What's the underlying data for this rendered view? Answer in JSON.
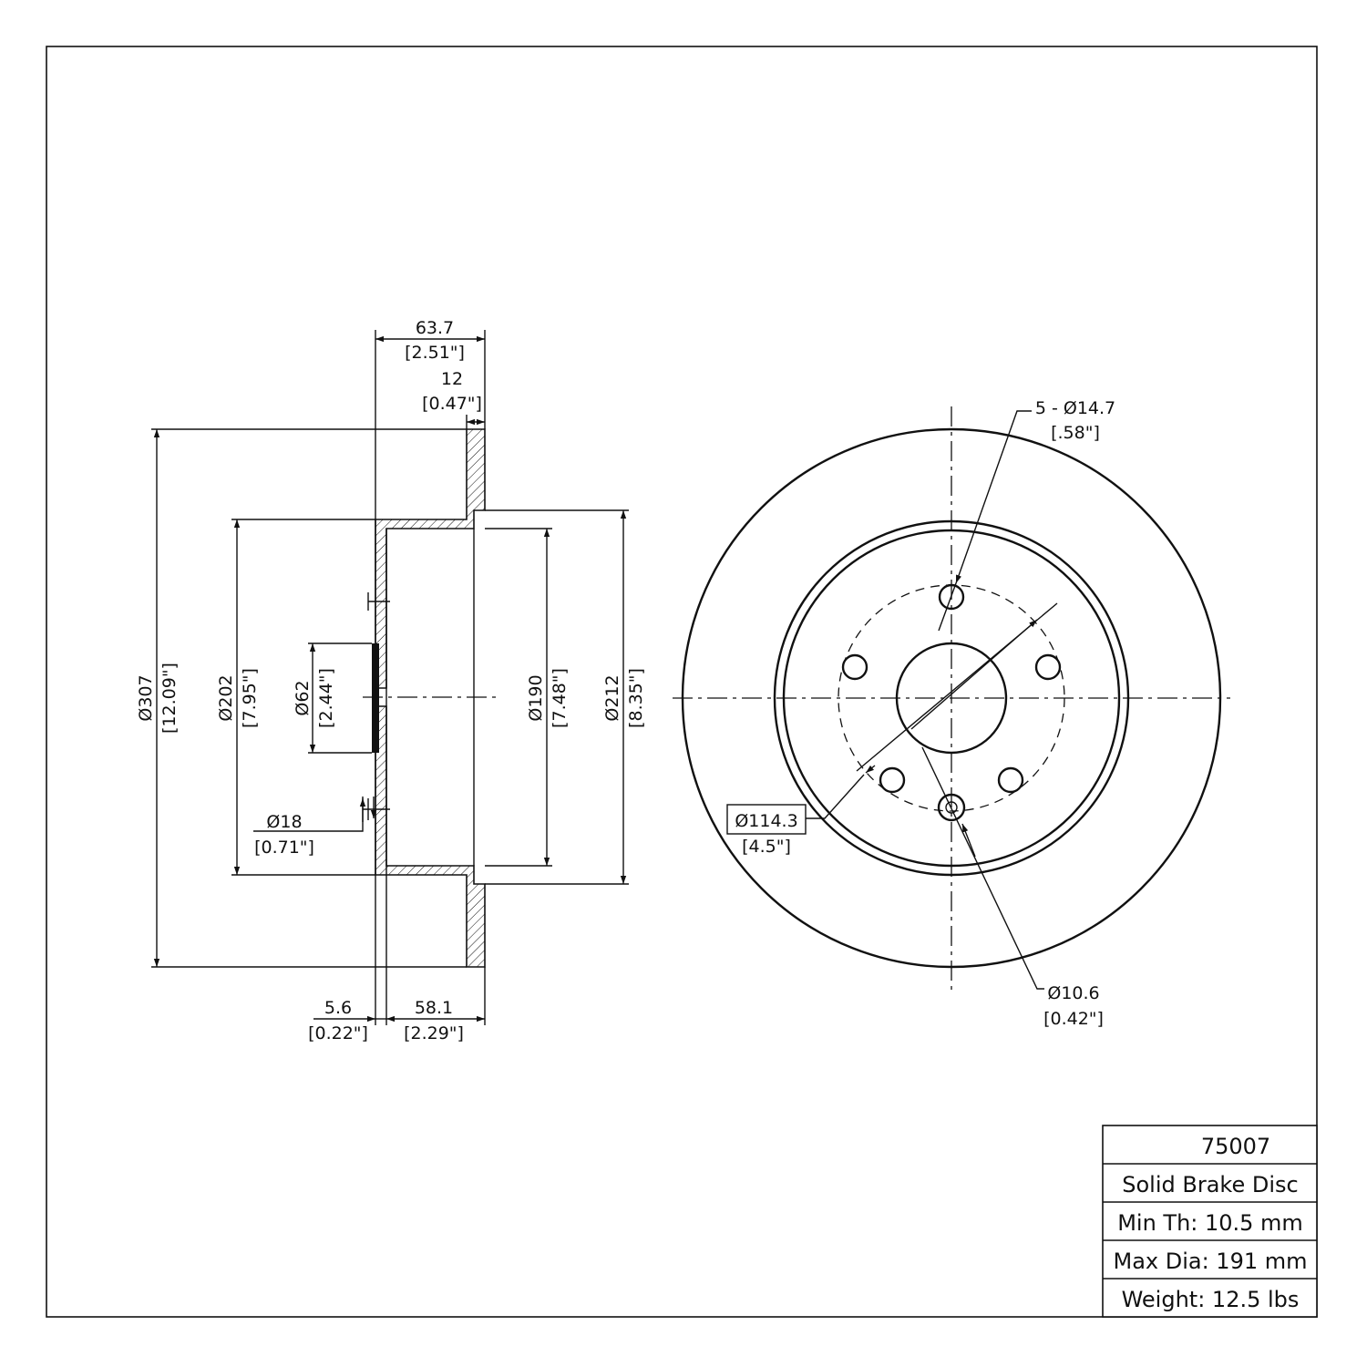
{
  "side_view": {
    "overall_depth": {
      "mm": "63.7",
      "inch": "[2.51\"]"
    },
    "disc_thickness": {
      "mm": "12",
      "inch": "[0.47\"]"
    },
    "outer_diameter": {
      "mm": "Ø307",
      "inch": "[12.09\"]"
    },
    "hat_diameter": {
      "mm": "Ø202",
      "inch": "[7.95\"]"
    },
    "center_bore": {
      "mm": "Ø62",
      "inch": "[2.44\"]"
    },
    "inner_diameter": {
      "mm": "Ø190",
      "inch": "[7.48\"]"
    },
    "friction_inner_diameter": {
      "mm": "Ø212",
      "inch": "[8.35\"]"
    },
    "hole_diameter": {
      "mm": "Ø18",
      "inch": "[0.71\"]"
    },
    "hat_wall": {
      "mm": "5.6",
      "inch": "[0.22\"]"
    },
    "hat_depth": {
      "mm": "58.1",
      "inch": "[2.29\"]"
    }
  },
  "front_view": {
    "bolt_holes": {
      "mm": "5 - Ø14.7",
      "inch": "[.58\"]"
    },
    "bolt_circle": {
      "mm": "Ø114.3",
      "inch": "[4.5\"]"
    },
    "small_hole": {
      "mm": "Ø10.6",
      "inch": "[0.42\"]"
    }
  },
  "title_block": {
    "part_number": "75007",
    "description": "Solid Brake Disc",
    "min_thickness": "Min Th: 10.5 mm",
    "max_diameter": "Max Dia: 191 mm",
    "weight": "Weight: 12.5 lbs"
  }
}
